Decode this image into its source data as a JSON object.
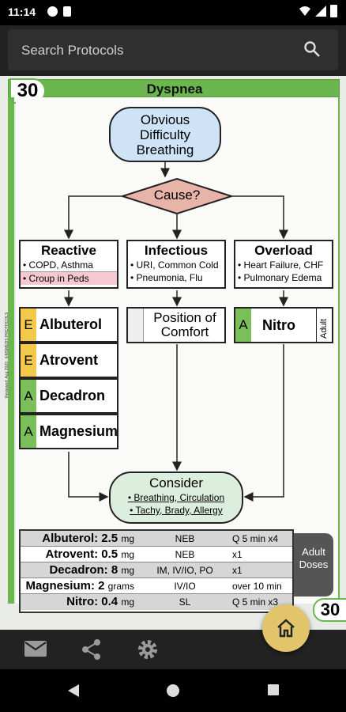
{
  "status": {
    "time": "11:14"
  },
  "search": {
    "placeholder": "Search Protocols"
  },
  "protocol": {
    "number": "30",
    "title": "Dyspnea",
    "footer_number": "30",
    "side_text": "Reviewed: Aug 2020 · EMSMEDS PROTOCOLS"
  },
  "flow": {
    "start": [
      "Obvious",
      "Difficulty",
      "Breathing"
    ],
    "decision": "Cause?",
    "columns": [
      {
        "title": "Reactive",
        "items": [
          "• COPD, Asthma",
          "• Croup in Peds"
        ]
      },
      {
        "title": "Infectious",
        "items": [
          "• URI, Common Cold",
          "• Pneumonia, Flu"
        ]
      },
      {
        "title": "Overload",
        "items": [
          "• Heart Failure, CHF",
          "• Pulmonary Edema"
        ]
      }
    ],
    "reactive_drugs": [
      {
        "tag": "E",
        "name": "Albuterol",
        "color": "#f3c94b"
      },
      {
        "tag": "E",
        "name": "Atrovent",
        "color": "#f3c94b"
      },
      {
        "tag": "A",
        "name": "Decadron",
        "color": "#7bbf5a"
      },
      {
        "tag": "A",
        "name": "Magnesium",
        "color": "#7bbf5a"
      }
    ],
    "position": [
      "Position of",
      "Comfort"
    ],
    "nitro": {
      "tag": "A",
      "name": "Nitro",
      "badge": "Adult"
    },
    "consider": {
      "title": "Consider",
      "line1a": "Breathing",
      "line1b": "Circulation",
      "line2a": "Tachy",
      "line2b": "Brady",
      "line2c": "Allergy"
    }
  },
  "doses": {
    "label": "Adult Doses",
    "rows": [
      {
        "name": "Albuterol:",
        "amount": "2.5",
        "unit": "mg",
        "route": "NEB",
        "freq": "Q 5 min x4"
      },
      {
        "name": "Atrovent:",
        "amount": "0.5",
        "unit": "mg",
        "route": "NEB",
        "freq": "x1"
      },
      {
        "name": "Decadron:",
        "amount": "8",
        "unit": "mg",
        "route": "IM, IV/IO, PO",
        "freq": "x1"
      },
      {
        "name": "Magnesium:",
        "amount": "2",
        "unit": "grams",
        "route": "IV/IO",
        "freq": "over 10 min"
      },
      {
        "name": "Nitro:",
        "amount": "0.4",
        "unit": "mg",
        "route": "SL",
        "freq": "Q 5 min x3"
      }
    ]
  },
  "icons": {
    "search": "search-icon",
    "home": "home-icon",
    "mail": "mail-icon",
    "share": "share-icon",
    "settings": "gear-icon"
  }
}
